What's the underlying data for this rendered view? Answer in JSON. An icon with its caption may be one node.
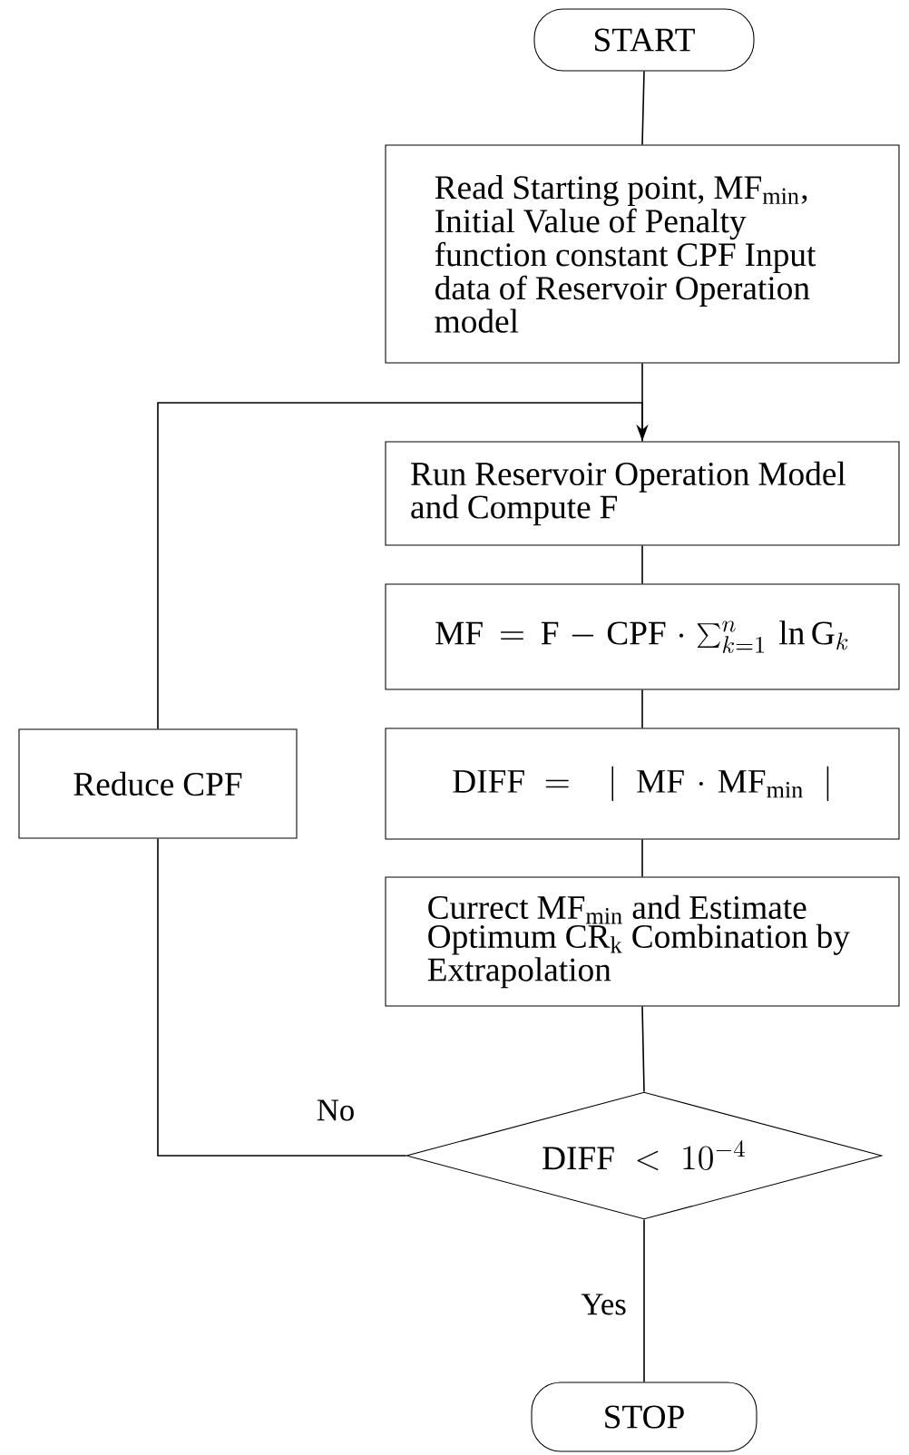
{
  "diagram": {
    "nodes": [
      {
        "text": [
          "START"
        ]
      },
      {
        "text": [
          "Read Starting point, MF$_{min}$, Initial Value of Penalty function constant CPF Input data of Reservoir Operation model"
        ]
      },
      {
        "text": [
          "Run Reservoir Operation Model and Compute F"
        ]
      },
      {
        "text": [
          "\\mathrm{MF}=\\mathrm{F}-\\mathrm{CPF}\\cdot\\sum_{k=1}^{n}\\,\\ln \\mathrm{G}_k"
        ]
      },
      {
        "text": [
          "\\mathrm{DIFF}=\\;|\\;\\mathrm{MF}\\cdot\\mathrm{MF}_{\\min}\\;|"
        ]
      },
      {
        "text": [
          "Currect MF$_{min}$ and Estimate Optimum CR$_{k}$ Combination by Extrapolation"
        ]
      },
      {
        "text": [
          "\\mathrm{DIFF}\\;<\\;10^{-4}"
        ]
      },
      {
        "text": [
          "STOP"
        ]
      },
      {
        "text": [
          "Reduce CPF"
        ]
      }
    ],
    "edges": [
      {
        "from": 0,
        "to": 1,
        "arrow": "none"
      },
      {
        "from": 1,
        "to": 2,
        "arrow": "none"
      },
      {
        "from": 8,
        "to": 2,
        "arrow": "to"
      },
      {
        "from": 2,
        "to": 3,
        "arrow": "none"
      },
      {
        "from": 3,
        "to": 4,
        "arrow": "none"
      },
      {
        "from": 4,
        "to": 5,
        "arrow": "none"
      },
      {
        "from": 5,
        "to": 6,
        "arrow": "none"
      },
      {
        "from": 6,
        "to": 8,
        "arrow": "none",
        "label": "No"
      },
      {
        "from": 6,
        "to": 7,
        "arrow": "none",
        "label": "Yes"
      }
    ]
  }
}
